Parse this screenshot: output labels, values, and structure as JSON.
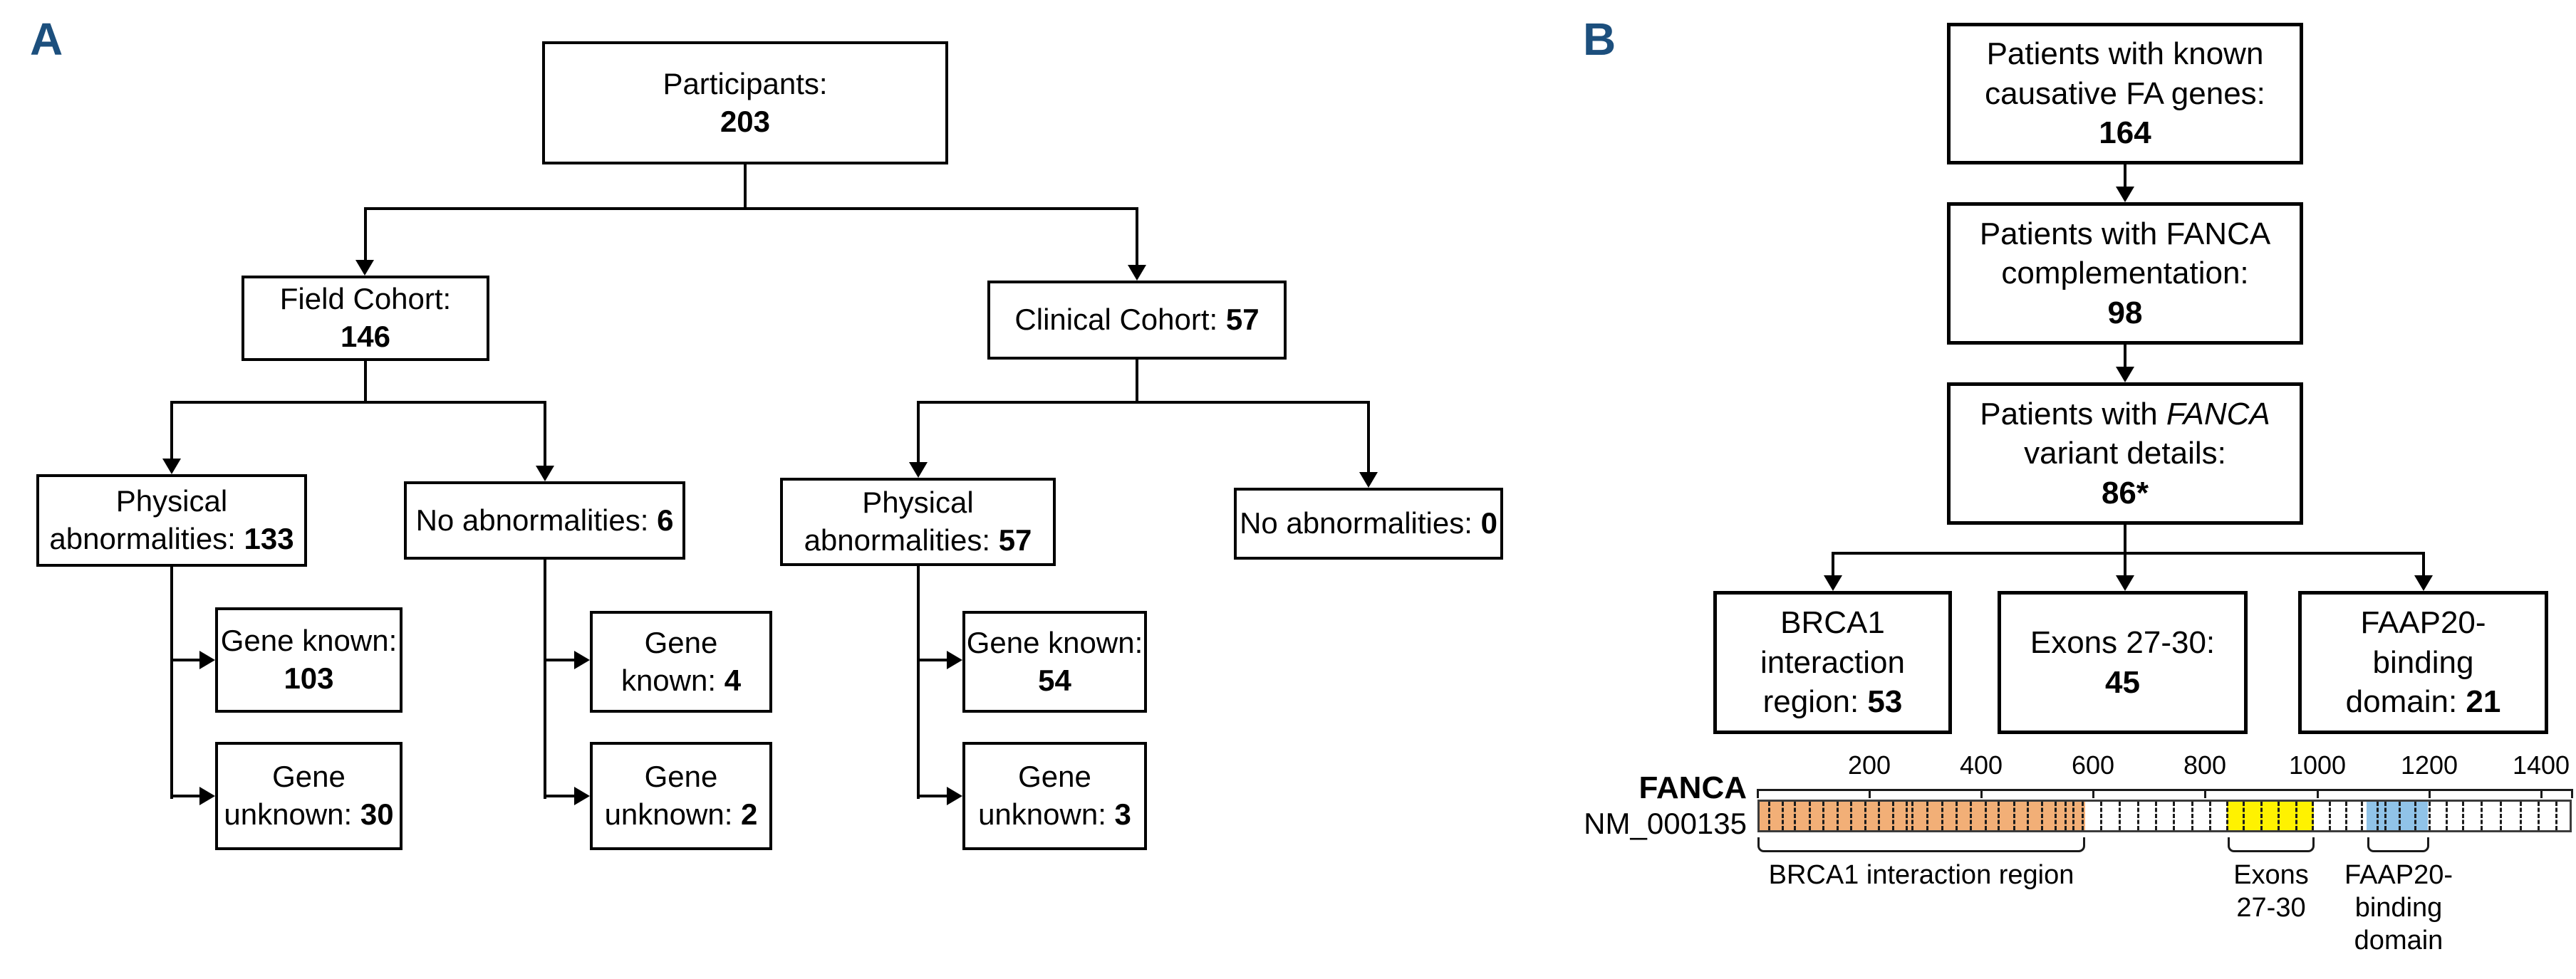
{
  "colors": {
    "panel_letter": "#1C4F7D",
    "box_border": "#000000",
    "domain_orange": "#F2AF77",
    "domain_yellow": "#FFF200",
    "domain_blue": "#90C3E8"
  },
  "panel_a": {
    "label": "A",
    "boxes": {
      "participants": [
        [
          {
            "t": "Participants:"
          }
        ],
        [
          {
            "t": "203",
            "b": true
          }
        ]
      ],
      "field_cohort": [
        [
          {
            "t": "Field Cohort:"
          }
        ],
        [
          {
            "t": "146",
            "b": true
          }
        ]
      ],
      "clinical_cohort": [
        [
          {
            "t": "Clinical Cohort: "
          },
          {
            "t": "57",
            "b": true
          }
        ]
      ],
      "physical_abnormalities_133": [
        [
          {
            "t": "Physical"
          }
        ],
        [
          {
            "t": "abnormalities: "
          },
          {
            "t": "133",
            "b": true
          }
        ]
      ],
      "no_abnormalities_6": [
        [
          {
            "t": "No abnormalities: "
          },
          {
            "t": "6",
            "b": true
          }
        ]
      ],
      "physical_abnormalities_57": [
        [
          {
            "t": "Physical"
          }
        ],
        [
          {
            "t": "abnormalities: "
          },
          {
            "t": "57",
            "b": true
          }
        ]
      ],
      "no_abnormalities_0": [
        [
          {
            "t": "No abnormalities: "
          },
          {
            "t": "0",
            "b": true
          }
        ]
      ],
      "gene_known_103": [
        [
          {
            "t": "Gene known:"
          }
        ],
        [
          {
            "t": "103",
            "b": true
          }
        ]
      ],
      "gene_unknown_30": [
        [
          {
            "t": "Gene"
          }
        ],
        [
          {
            "t": "unknown: "
          },
          {
            "t": "30",
            "b": true
          }
        ]
      ],
      "gene_known_4": [
        [
          {
            "t": "Gene"
          }
        ],
        [
          {
            "t": "known: "
          },
          {
            "t": "4",
            "b": true
          }
        ]
      ],
      "gene_unknown_2": [
        [
          {
            "t": "Gene"
          }
        ],
        [
          {
            "t": "unknown: "
          },
          {
            "t": "2",
            "b": true
          }
        ]
      ],
      "gene_known_54": [
        [
          {
            "t": "Gene known:"
          }
        ],
        [
          {
            "t": "54",
            "b": true
          }
        ]
      ],
      "gene_unknown_3": [
        [
          {
            "t": "Gene"
          }
        ],
        [
          {
            "t": "unknown: "
          },
          {
            "t": "3",
            "b": true
          }
        ]
      ]
    }
  },
  "panel_b": {
    "label": "B",
    "boxes": {
      "known_fa_genes": [
        [
          {
            "t": "Patients with known"
          }
        ],
        [
          {
            "t": "causative FA genes:"
          }
        ],
        [
          {
            "t": "164",
            "b": true
          }
        ]
      ],
      "fanca_complementation": [
        [
          {
            "t": "Patients with FANCA"
          }
        ],
        [
          {
            "t": "complementation:"
          }
        ],
        [
          {
            "t": "98",
            "b": true
          }
        ]
      ],
      "fanca_variant_details": [
        [
          {
            "t": "Patients with "
          },
          {
            "t": "FANCA",
            "i": true
          }
        ],
        [
          {
            "t": "variant details:"
          }
        ],
        [
          {
            "t": "86*",
            "b": true
          }
        ]
      ],
      "brca1_region": [
        [
          {
            "t": "BRCA1"
          }
        ],
        [
          {
            "t": "interaction"
          }
        ],
        [
          {
            "t": "region: "
          },
          {
            "t": "53",
            "b": true
          }
        ]
      ],
      "exons_27_30": [
        [
          {
            "t": "Exons 27-30:"
          }
        ],
        [
          {
            "t": "45",
            "b": true
          }
        ]
      ],
      "faap20_domain": [
        [
          {
            "t": "FAAP20-"
          }
        ],
        [
          {
            "t": "binding"
          }
        ],
        [
          {
            "t": "domain: "
          },
          {
            "t": "21",
            "b": true
          }
        ]
      ]
    }
  },
  "gene_map": {
    "gene": "FANCA",
    "transcript": "NM_000135",
    "length_aa": 1455,
    "axis_ticks": [
      200,
      400,
      600,
      800,
      1000,
      1200,
      1400
    ],
    "domains": [
      {
        "id": "brca1",
        "label_lines": [
          "BRCA1 interaction region"
        ],
        "start": 0,
        "end": 585,
        "color_key": "domain_orange"
      },
      {
        "id": "exons2730",
        "label_lines": [
          "Exons",
          "27-30"
        ],
        "start": 840,
        "end": 995,
        "color_key": "domain_yellow"
      },
      {
        "id": "faap20",
        "label_lines": [
          "FAAP20-",
          "binding",
          "domain"
        ],
        "start": 1090,
        "end": 1200,
        "color_key": "domain_blue"
      }
    ],
    "exon_boundaries": [
      15,
      40,
      62,
      88,
      113,
      138,
      162,
      188,
      212,
      238,
      262,
      272,
      300,
      326,
      352,
      378,
      404,
      428,
      455,
      480,
      505,
      530,
      548,
      562,
      578,
      612,
      645,
      678,
      710,
      742,
      775,
      808,
      838,
      868,
      900,
      930,
      962,
      992,
      1022,
      1052,
      1080,
      1108,
      1122,
      1148,
      1176,
      1202,
      1232,
      1262,
      1295,
      1330,
      1365,
      1398,
      1430
    ]
  }
}
